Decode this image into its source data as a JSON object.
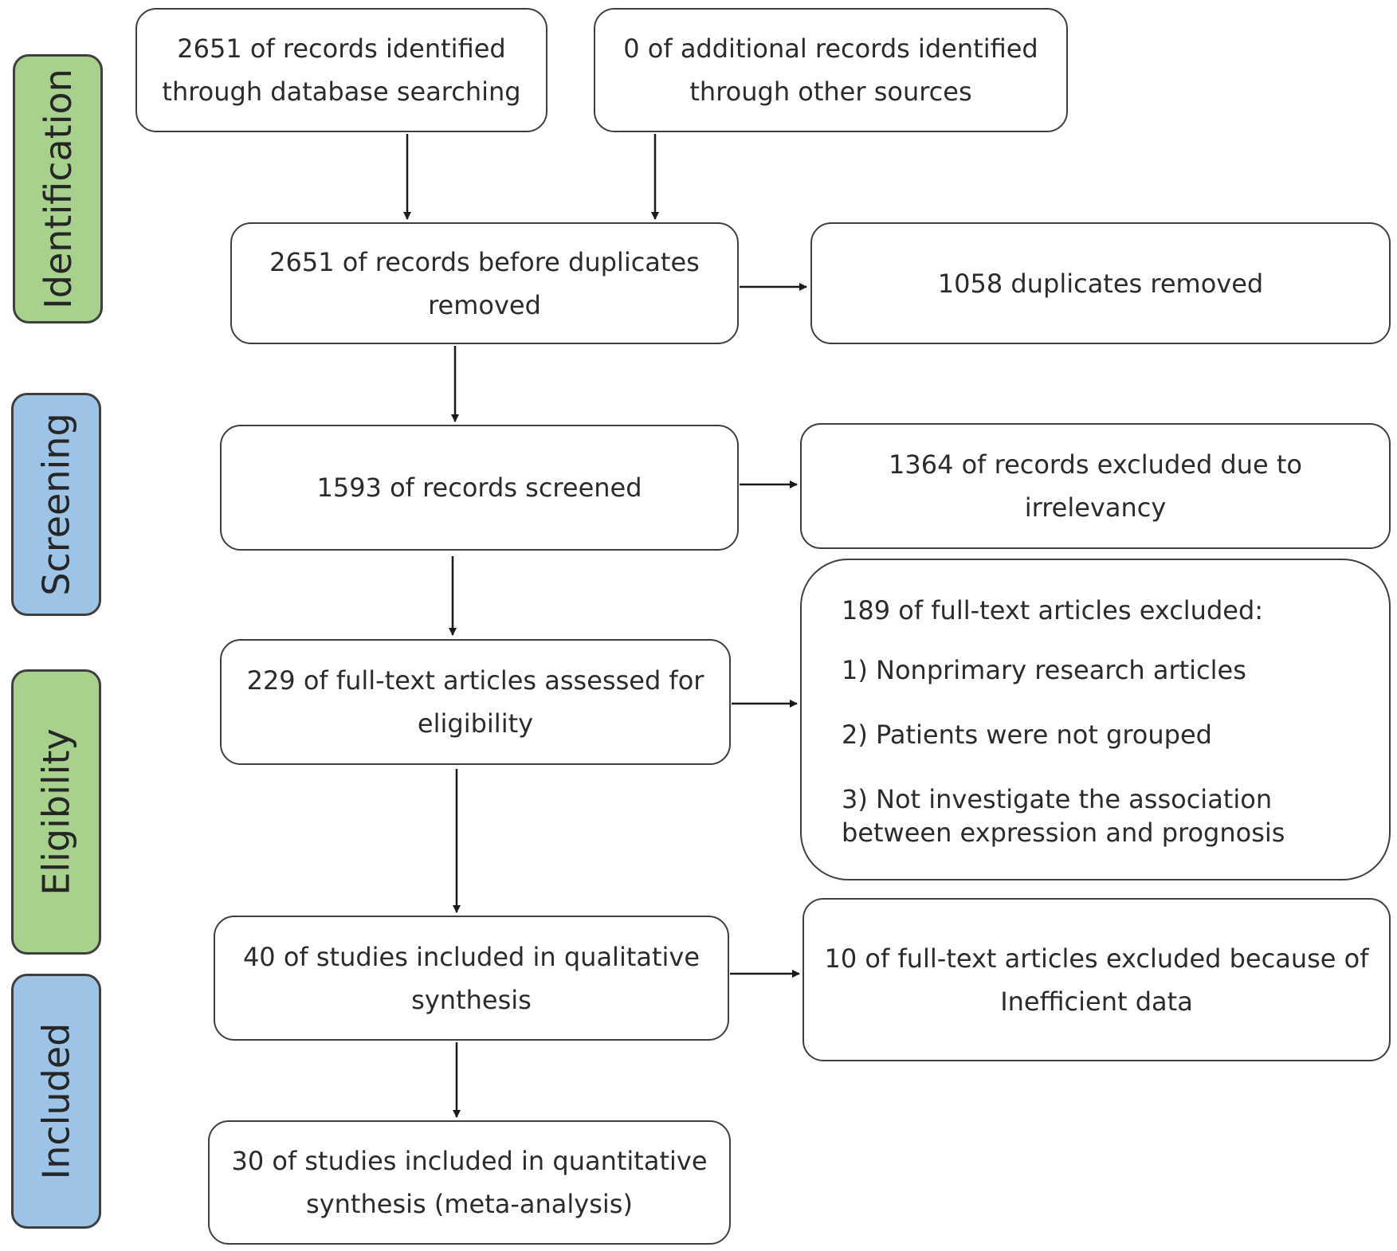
{
  "phases": {
    "identification": "Identification",
    "screening": "Screening",
    "eligibility": "Eligibility",
    "included": "Included"
  },
  "boxes": {
    "db_search": "2651 of records identified\nthrough database searching",
    "other_sources": "0 of additional records identified\nthrough other sources",
    "before_duplicates": "2651 of records before duplicates\nremoved",
    "duplicates_removed": "1058 duplicates removed",
    "screened": "1593 of records screened",
    "excluded_irrelevancy": "1364 of records excluded due to\nirrelevancy",
    "full_text_assessed": "229 of full-text articles assessed for\neligibility",
    "full_text_excluded": {
      "title": "189 of full-text articles excluded:",
      "reasons": [
        "1) Nonprimary research articles",
        "2) Patients were not grouped",
        "3) Not investigate the association\nbetween expression and prognosis"
      ]
    },
    "qualitative": "40 of studies included in qualitative\nsynthesis",
    "excluded_inefficient": "10 of full-text articles excluded because of\nInefficient data",
    "quantitative": "30 of studies included in quantitative\nsynthesis (meta-analysis)"
  },
  "colors": {
    "identification_fill": "#a9d18e",
    "screening_fill": "#9dc3e6",
    "eligibility_fill": "#a9d18e",
    "included_fill": "#9dc3e6",
    "border": "#3f3f3f"
  }
}
